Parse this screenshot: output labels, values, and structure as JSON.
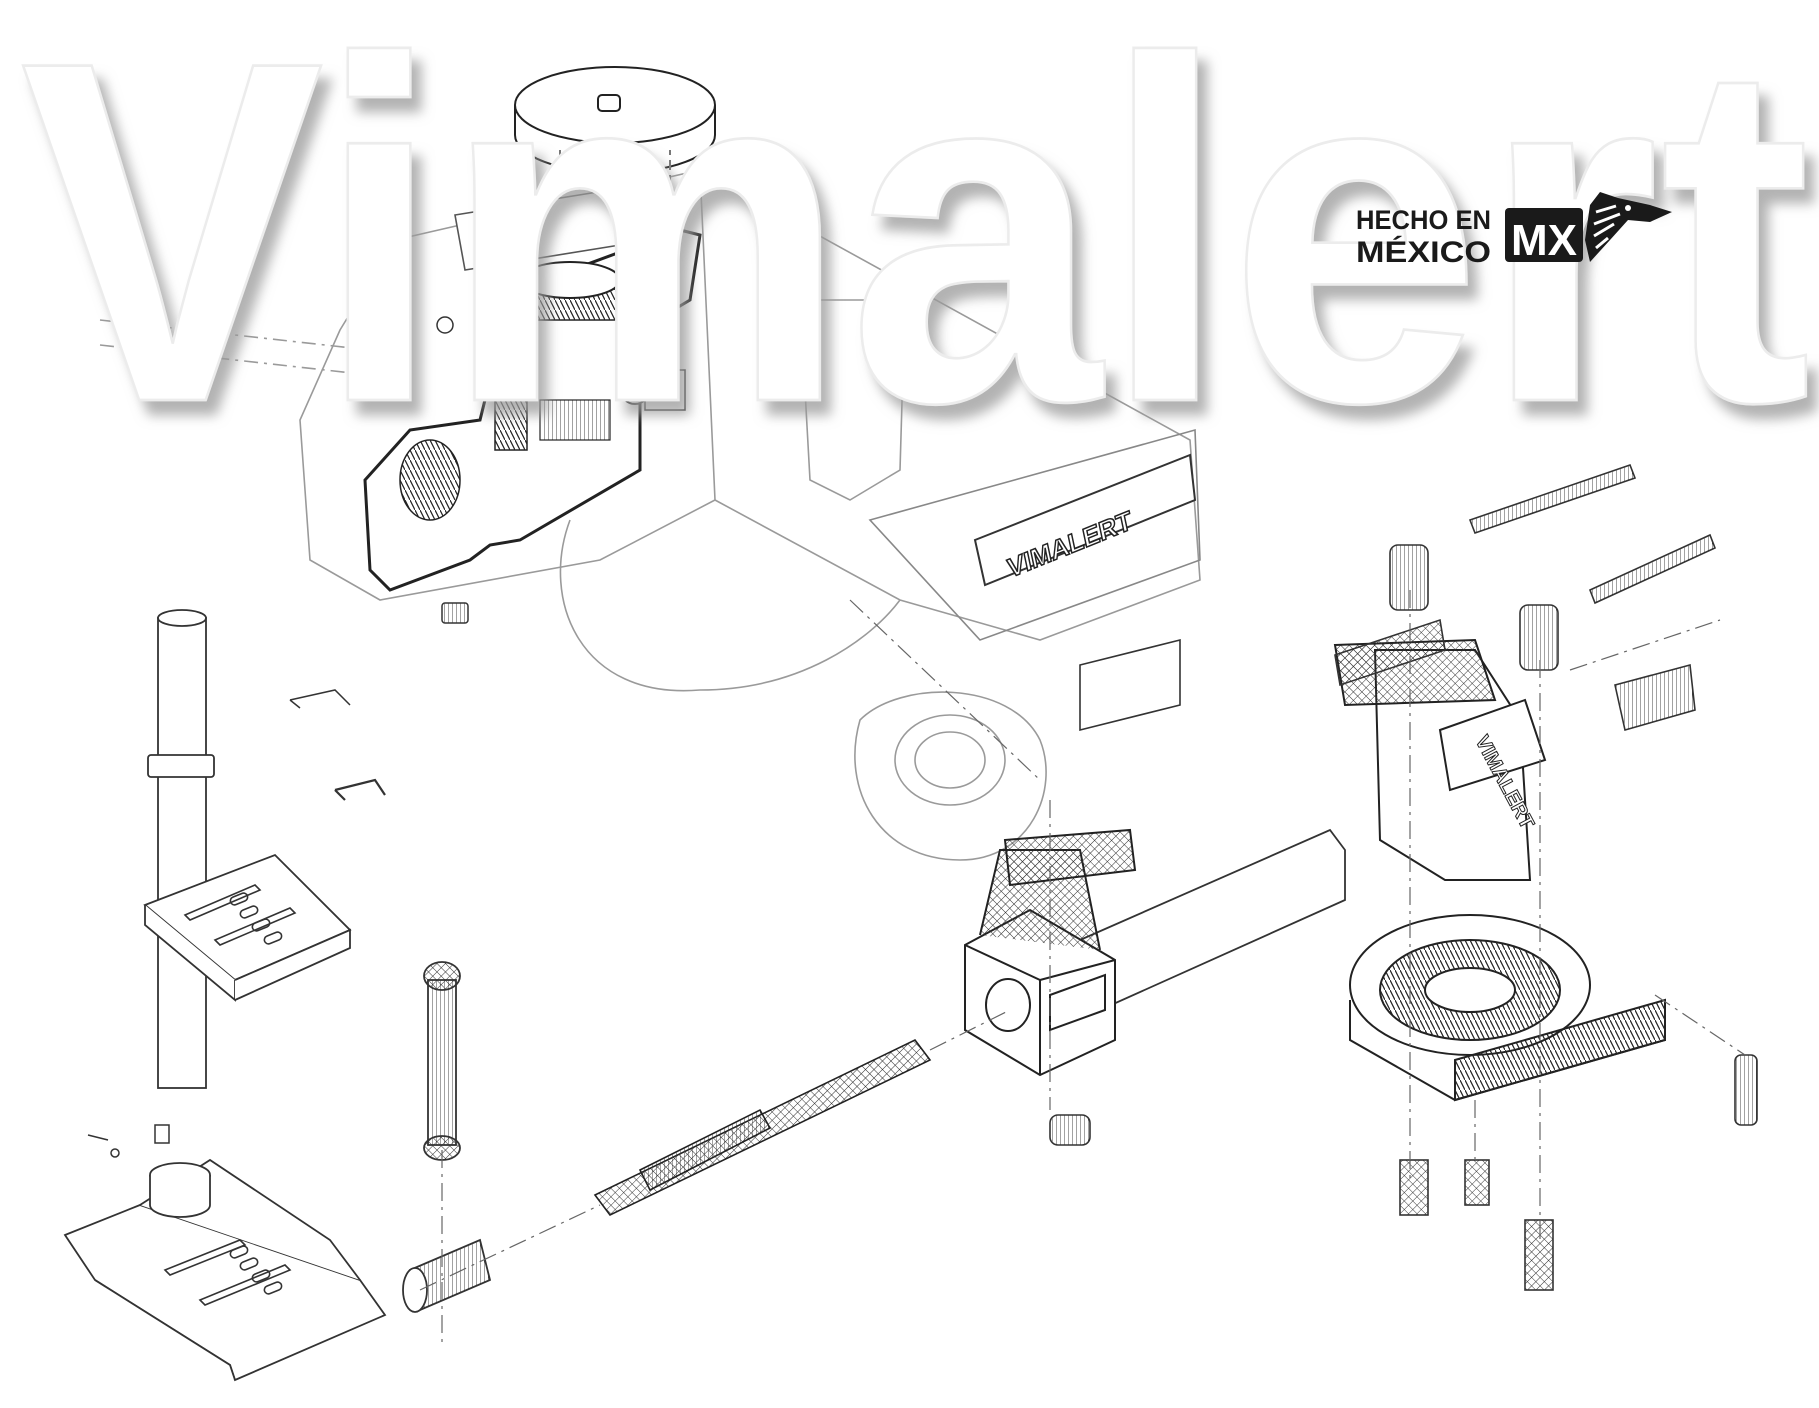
{
  "watermark": {
    "text": "Vimalert"
  },
  "badge": {
    "line1": "HECHO EN",
    "line2": "MÉXICO",
    "mark": "MX",
    "icon": "eagle-head-icon"
  },
  "vise_jaw_logo": "VIMALERT",
  "gearbox_logo": "VIMALERT",
  "colors": {
    "line": "#222222",
    "light_line": "#9a9a9a",
    "watermark_fill": "#ffffff",
    "watermark_shadow": "#c8c8c8"
  }
}
